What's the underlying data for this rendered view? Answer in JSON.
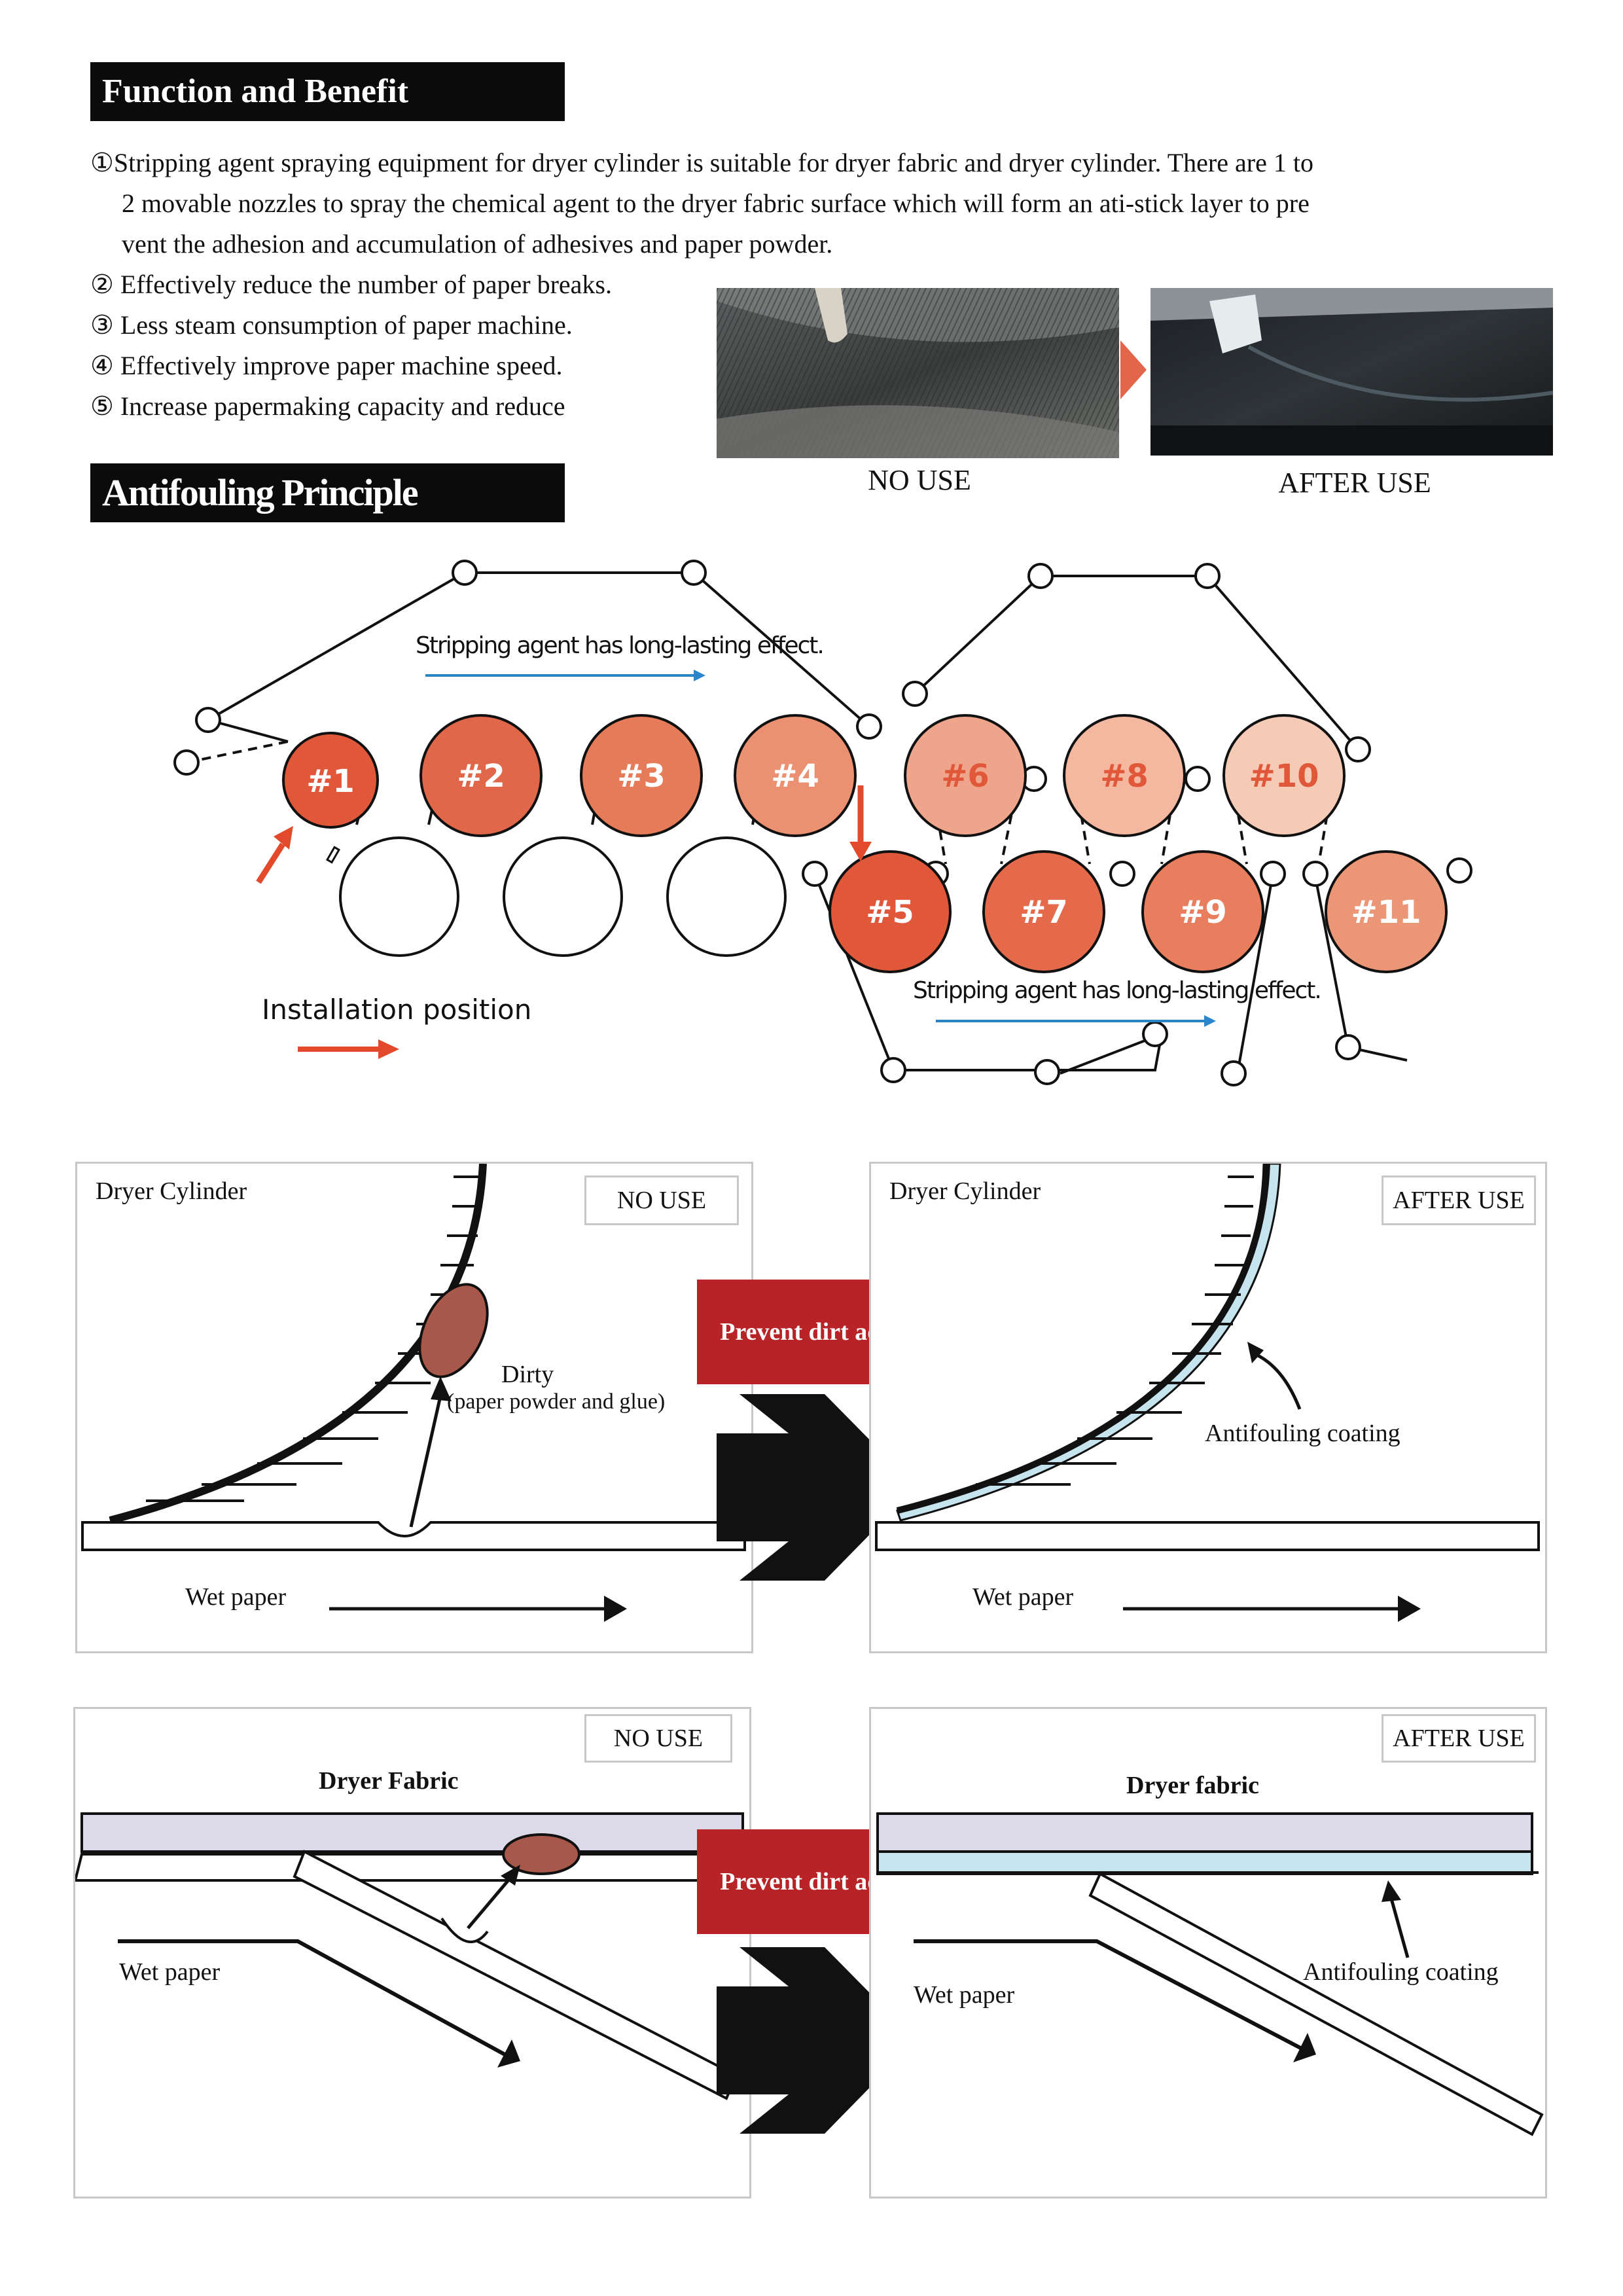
{
  "headings": {
    "function": "Function and Benefit",
    "antifouling": "Antifouling Principle"
  },
  "intro": {
    "marker": "①",
    "line1": "Stripping agent spraying equipment for dryer cylinder is suitable for dryer fabric and dryer cylinder. There are 1 to",
    "line2": "2 movable nozzles to spray the chemical agent to the dryer fabric surface which will form an ati-stick layer to pre",
    "line3": "vent the adhesion and accumulation of adhesives and paper powder."
  },
  "benefits": [
    {
      "marker": "②",
      "text": "Effectively reduce the number of paper breaks."
    },
    {
      "marker": "③",
      "text": "Less steam consumption of paper machine."
    },
    {
      "marker": "④",
      "text": "Effectively improve paper machine speed."
    },
    {
      "marker": "⑤",
      "text": "Increase papermaking capacity and reduce"
    }
  ],
  "photos": {
    "before_caption": "NO USE",
    "after_caption": "AFTER USE"
  },
  "machine": {
    "effect_text_top": "Stripping agent has long-lasting effect.",
    "effect_text_bottom": "Stripping agent has long-lasting effect.",
    "installation_label": "Installation position",
    "cylinders": [
      {
        "label": "#1",
        "color": "#e0573a"
      },
      {
        "label": "#2",
        "color": "#e0674a"
      },
      {
        "label": "#3",
        "color": "#e57b58"
      },
      {
        "label": "#4",
        "color": "#eb9172"
      },
      {
        "label": "#5",
        "color": "#e0573a"
      },
      {
        "label": "#6",
        "color": "#efa58b"
      },
      {
        "label": "#7",
        "color": "#e56a4b"
      },
      {
        "label": "#8",
        "color": "#f3b89f"
      },
      {
        "label": "#9",
        "color": "#e87e5e"
      },
      {
        "label": "#10",
        "color": "#f6cbb6"
      },
      {
        "label": "#11",
        "color": "#ea9677"
      }
    ],
    "accent_blue": "#2a86c9",
    "accent_red": "#e34a2c"
  },
  "cylinder_panels": {
    "left": {
      "title": "Dryer Cylinder",
      "tag": "NO USE",
      "dirty": "Dirty",
      "dirty_note": "(paper powder and glue)",
      "wet": "Wet paper"
    },
    "center": "Prevent dirt adhesion",
    "right": {
      "title": "Dryer Cylinder",
      "tag": "AFTER USE",
      "coating": "Antifouling coating",
      "wet": "Wet paper"
    }
  },
  "fabric_panels": {
    "left": {
      "title": "Dryer Fabric",
      "tag": "NO USE",
      "wet": "Wet paper"
    },
    "center": "Prevent dirt adhesion",
    "right": {
      "title": "Dryer fabric",
      "tag": "AFTER USE",
      "coating": "Antifouling coating",
      "wet": "Wet paper"
    }
  },
  "colors": {
    "dirt": "#a8584a",
    "coating": "#c6e4ee",
    "fabric": "#dcdae8",
    "prevent_box": "#b72327"
  }
}
